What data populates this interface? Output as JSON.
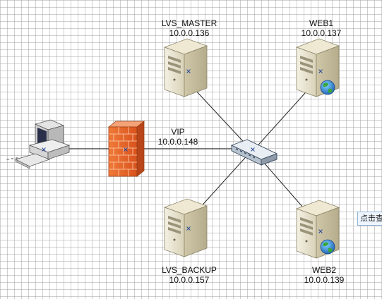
{
  "diagram": {
    "nodes": {
      "lvs_master": {
        "name": "LVS_MASTER",
        "ip": "10.0.0.136"
      },
      "lvs_backup": {
        "name": "LVS_BACKUP",
        "ip": "10.0.0.157"
      },
      "web1": {
        "name": "WEB1",
        "ip": "10.0.0.137"
      },
      "web2": {
        "name": "WEB2",
        "ip": "10.0.0.139"
      },
      "vip": {
        "name": "VIP",
        "ip": "10.0.0.148"
      }
    },
    "tooltip": "点击查看"
  },
  "colors": {
    "grid": "#c8c8c8",
    "server_body": "#e8e3cf",
    "firewall": "#e8662a",
    "link": "#222222",
    "tooltip_bg": "#eef5ff"
  },
  "icons": [
    "workstation-icon",
    "firewall-icon",
    "switch-icon",
    "server-icon",
    "globe-icon"
  ]
}
